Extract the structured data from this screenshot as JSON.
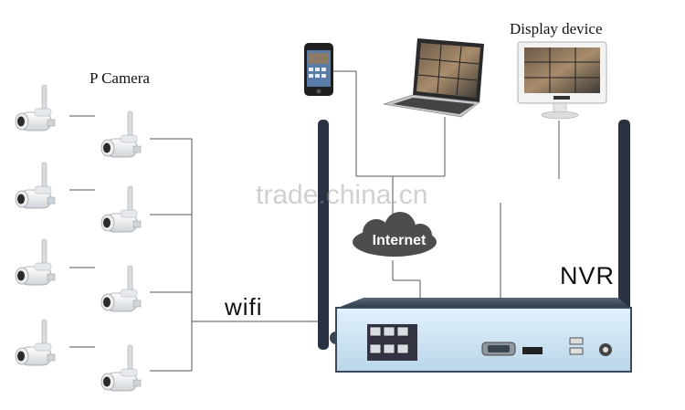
{
  "labels": {
    "ip_camera": "P Camera",
    "display_device": "Display device",
    "wifi": "wifi",
    "nvr": "NVR",
    "internet": "Internet",
    "watermark": "trade.china.cn"
  },
  "colors": {
    "line": "#555555",
    "nvr_body": "#3a4a5a",
    "nvr_front": "#cfe6f7",
    "antenna": "#2a3140",
    "cloud": "#4d4d4d"
  },
  "icons": {
    "camera": "ip-camera-icon",
    "phone": "smartphone-icon",
    "laptop": "laptop-icon",
    "monitor": "monitor-icon",
    "cloud": "cloud-icon",
    "nvr": "nvr-recorder-icon"
  }
}
